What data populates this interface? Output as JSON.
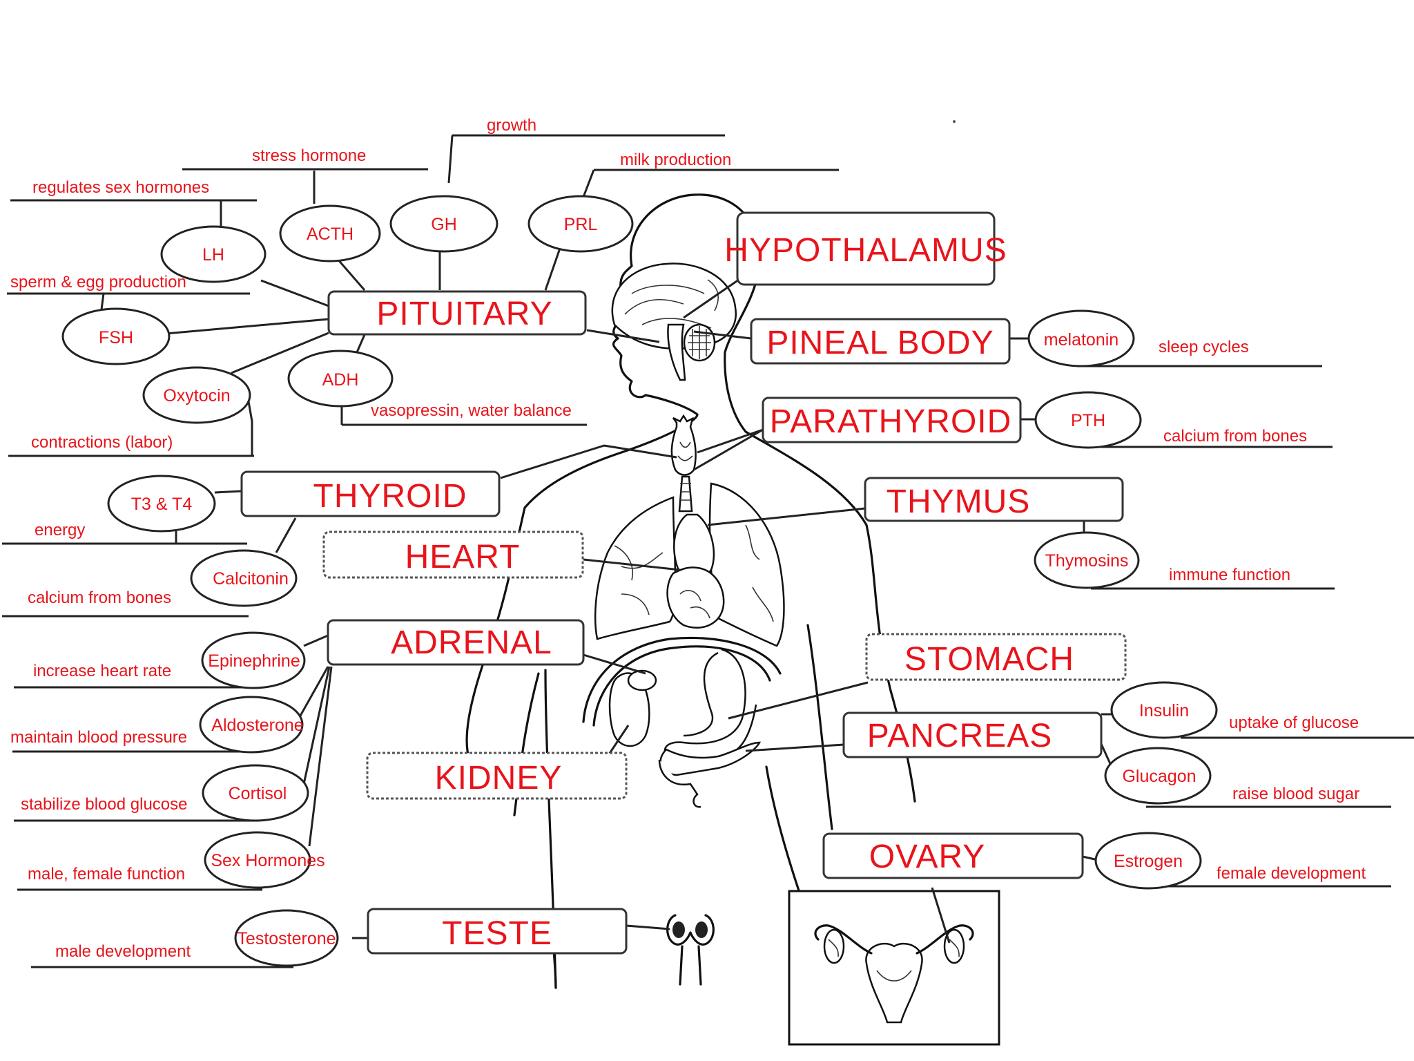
{
  "glands": {
    "hypothalamus": "HYPOTHALAMUS",
    "pituitary": "PITUITARY",
    "pineal": "PINEAL BODY",
    "parathyroid": "PARATHYROID",
    "thyroid": "THYROID",
    "thymus": "THYMUS",
    "heart": "HEART",
    "adrenal": "ADRENAL",
    "stomach": "STOMACH",
    "pancreas": "PANCREAS",
    "kidney": "KIDNEY",
    "ovary": "OVARY",
    "teste": "TESTE"
  },
  "hormones": {
    "lh": "LH",
    "acth": "ACTH",
    "gh": "GH",
    "prl": "PRL",
    "fsh": "FSH",
    "oxytocin": "Oxytocin",
    "adh": "ADH",
    "melatonin": "melatonin",
    "pth": "PTH",
    "t3t4": "T3 & T4",
    "calcitonin": "Calcitonin",
    "thymosins": "Thymosins",
    "epinephrine": "Epinephrine",
    "aldosterone": "Aldosterone",
    "cortisol": "Cortisol",
    "sex_hormones": "Sex Hormones",
    "insulin": "Insulin",
    "glucagon": "Glucagon",
    "estrogen": "Estrogen",
    "testosterone": "Testosterone"
  },
  "functions": {
    "growth": "growth",
    "stress_hormone": "stress hormone",
    "milk_production": "milk production",
    "regulates_sex_hormones": "regulates sex hormones",
    "sperm_egg": "sperm & egg production",
    "contractions": "contractions (labor)",
    "vasopressin": "vasopressin, water balance",
    "sleep_cycles": "sleep cycles",
    "calcium_bones_pth": "calcium from bones",
    "energy": "energy",
    "calcium_bones_calcitonin": "calcium from bones",
    "immune_function": "immune function",
    "increase_heart_rate": "increase heart rate",
    "maintain_bp": "maintain blood pressure",
    "stabilize_glucose": "stabilize blood glucose",
    "male_female_function": "male, female function",
    "uptake_glucose": "uptake of glucose",
    "raise_blood_sugar": "raise blood sugar",
    "female_development": "female development",
    "male_development": "male development"
  },
  "colors": {
    "label_text": "#e8141b",
    "outline": "#222222"
  }
}
